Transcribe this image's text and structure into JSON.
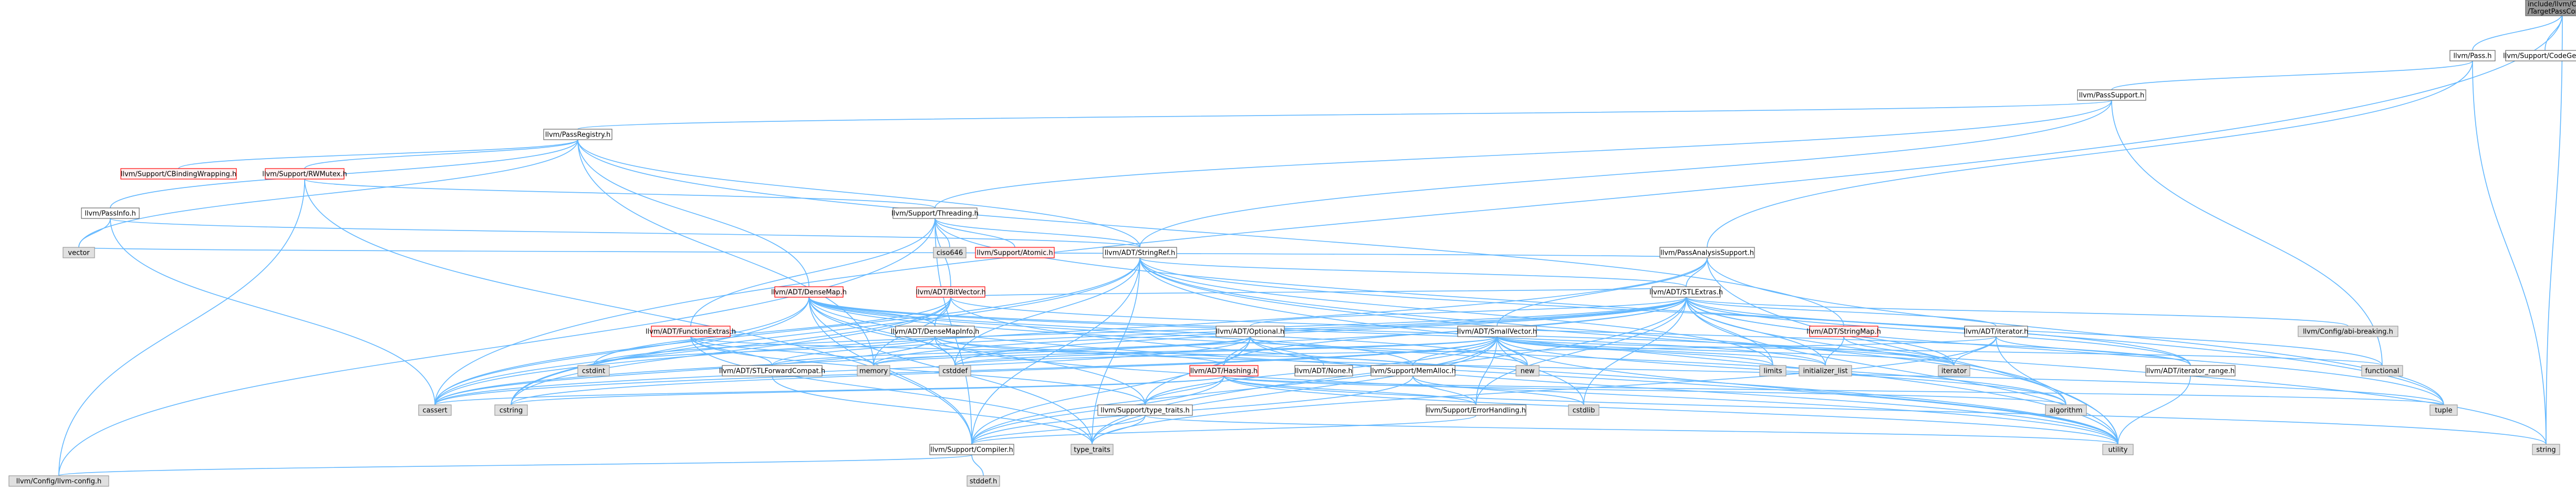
{
  "colors": {
    "edge": "#63b8ff",
    "header_fill": "#ffffff",
    "header_stroke": "#666666",
    "sys_fill": "#e0e0e0",
    "sys_stroke": "#999999",
    "trunc_fill": "#fff0f0",
    "trunc_stroke": "#ff0000",
    "root_fill": "#999999"
  },
  "nodes": {
    "root": {
      "label1": "include/llvm/CodeGen",
      "label2": "/TargetPassConfig.h"
    },
    "pass": "llvm/Pass.h",
    "support_codegen": "llvm/Support/CodeGen.h",
    "pass_support": "llvm/PassSupport.h",
    "pass_registry": "llvm/PassRegistry.h",
    "cbinding": "llvm/Support/CBindingWrapping.h",
    "rwmutex": "llvm/Support/RWMutex.h",
    "pass_info": "llvm/PassInfo.h",
    "threading": "llvm/Support/Threading.h",
    "pass_analysis": "llvm/PassAnalysisSupport.h",
    "vector": "vector",
    "ciso646": "ciso646",
    "atomic": "llvm/Support/Atomic.h",
    "stringref": "llvm/ADT/StringRef.h",
    "densemap": "llvm/ADT/DenseMap.h",
    "bitvector": "llvm/ADT/BitVector.h",
    "stlextras": "llvm/ADT/STLExtras.h",
    "function_extras": "llvm/ADT/FunctionExtras.h",
    "densemapinfo": "llvm/ADT/DenseMapInfo.h",
    "optional": "llvm/ADT/Optional.h",
    "smallvector": "llvm/ADT/SmallVector.h",
    "stringmap": "llvm/ADT/StringMap.h",
    "adt_iterator": "llvm/ADT/iterator.h",
    "config_abi": "llvm/Config/abi-breaking.h",
    "cstdint": "cstdint",
    "stlforward": "llvm/ADT/STLForwardCompat.h",
    "memory": "memory",
    "cstddef": "cstddef",
    "hashing": "llvm/ADT/Hashing.h",
    "adt_none": "llvm/ADT/None.h",
    "memalloc": "llvm/Support/MemAlloc.h",
    "new": "new",
    "limits": "limits",
    "initializer_list": "initializer_list",
    "iterator": "iterator",
    "iterator_range": "llvm/ADT/iterator_range.h",
    "functional": "functional",
    "cassert": "cassert",
    "cstring": "cstring",
    "type_traits_llvm": "llvm/Support/type_traits.h",
    "error_handling": "llvm/Support/ErrorHandling.h",
    "cstdlib": "cstdlib",
    "algorithm": "algorithm",
    "tuple": "tuple",
    "type_traits": "type_traits",
    "compiler": "llvm/Support/Compiler.h",
    "utility": "utility",
    "string": "string",
    "stddef": "stddef.h",
    "llvm_config": "llvm/Config/llvm-config.h"
  }
}
